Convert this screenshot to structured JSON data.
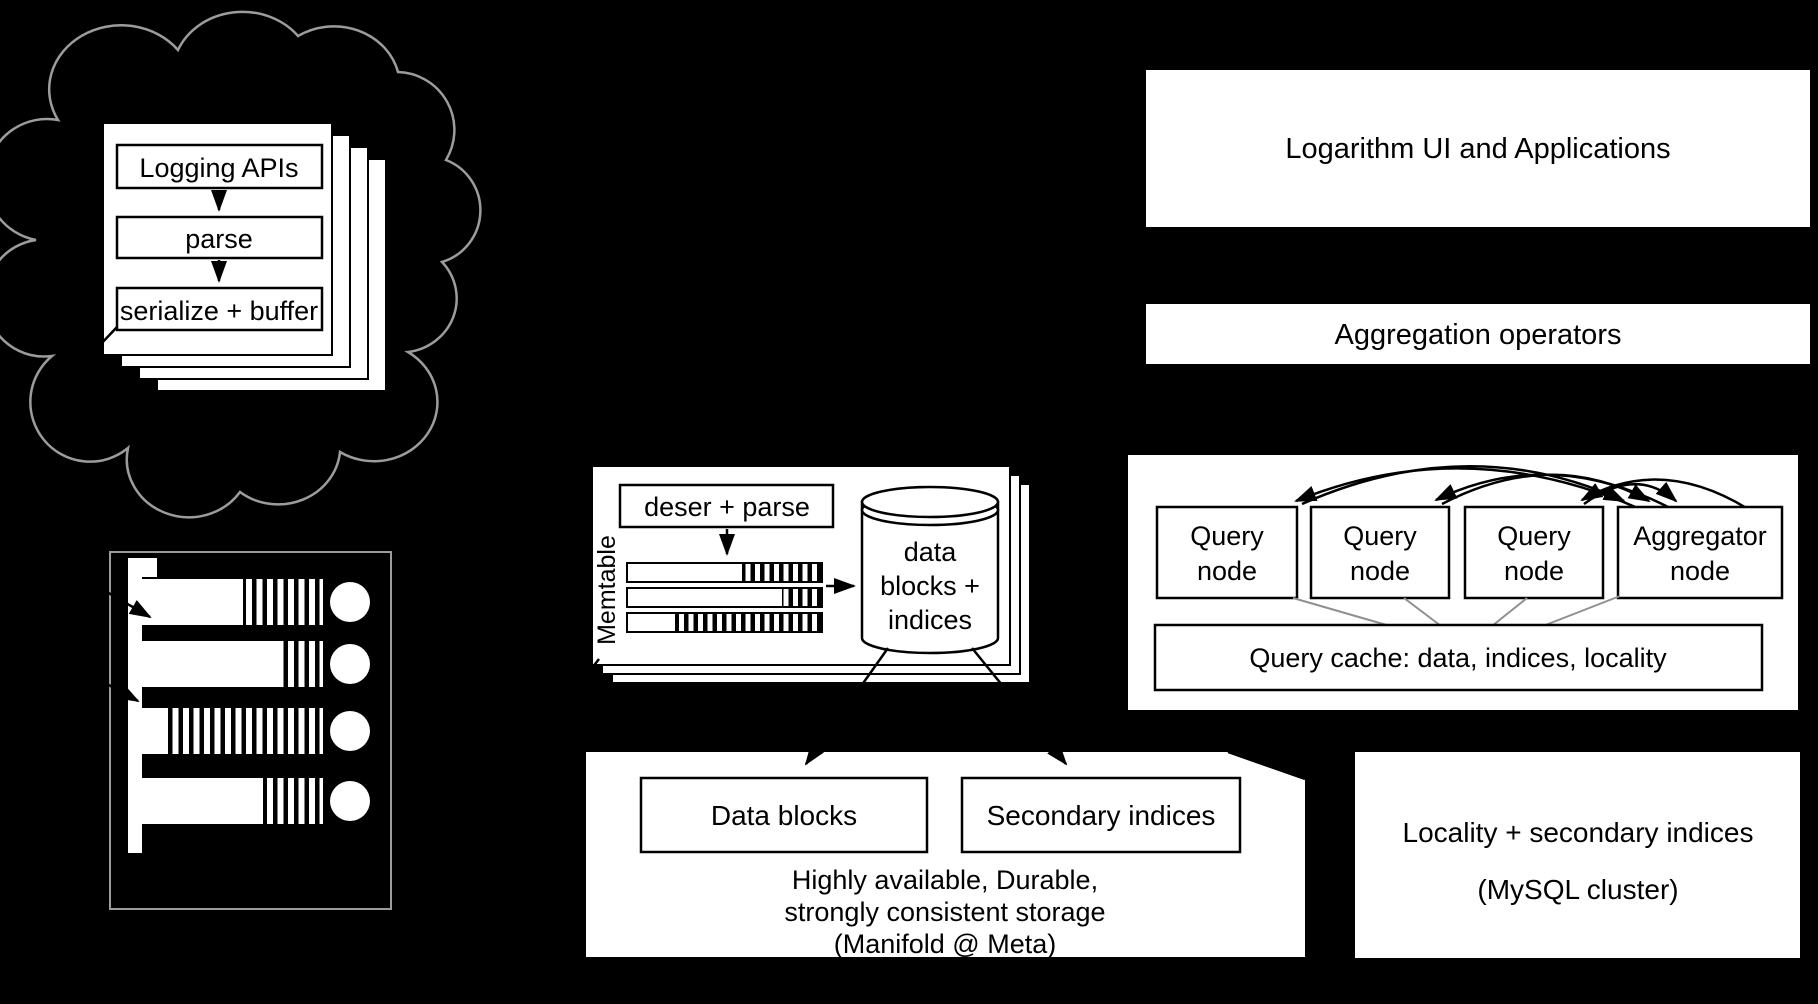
{
  "colors": {
    "background": "#000000",
    "panel_fill": "#ffffff",
    "stroke": "#000000",
    "muted_outline": "#9c9c9c",
    "cache_connector": "#8f8f8f"
  },
  "cloud_clients": {
    "logging_apis": "Logging APIs",
    "parse": "parse",
    "serialize_buffer": "serialize + buffer"
  },
  "ingestion_panel": {
    "memtable_label": "Memtable",
    "deser_parse": "deser + parse",
    "cylinder_line1": "data",
    "cylinder_line2": "blocks +",
    "cylinder_line3": "indices"
  },
  "storage_panel": {
    "data_blocks": "Data blocks",
    "secondary_indices": "Secondary indices",
    "caption_line1": "Highly available, Durable,",
    "caption_line2": "strongly consistent storage",
    "caption_line3": "(Manifold @ Meta)"
  },
  "right_column": {
    "ui_box": "Logarithm UI and Applications",
    "aggregation_box": "Aggregation operators"
  },
  "query_panel": {
    "query_label": "Query",
    "node_label": "node",
    "aggregator_label": "Aggregator",
    "aggregator_node_label": "node",
    "cache_label": "Query cache: data, indices, locality"
  },
  "mysql_box": {
    "line1": "Locality + secondary indices",
    "line2": "(MySQL cluster)"
  }
}
